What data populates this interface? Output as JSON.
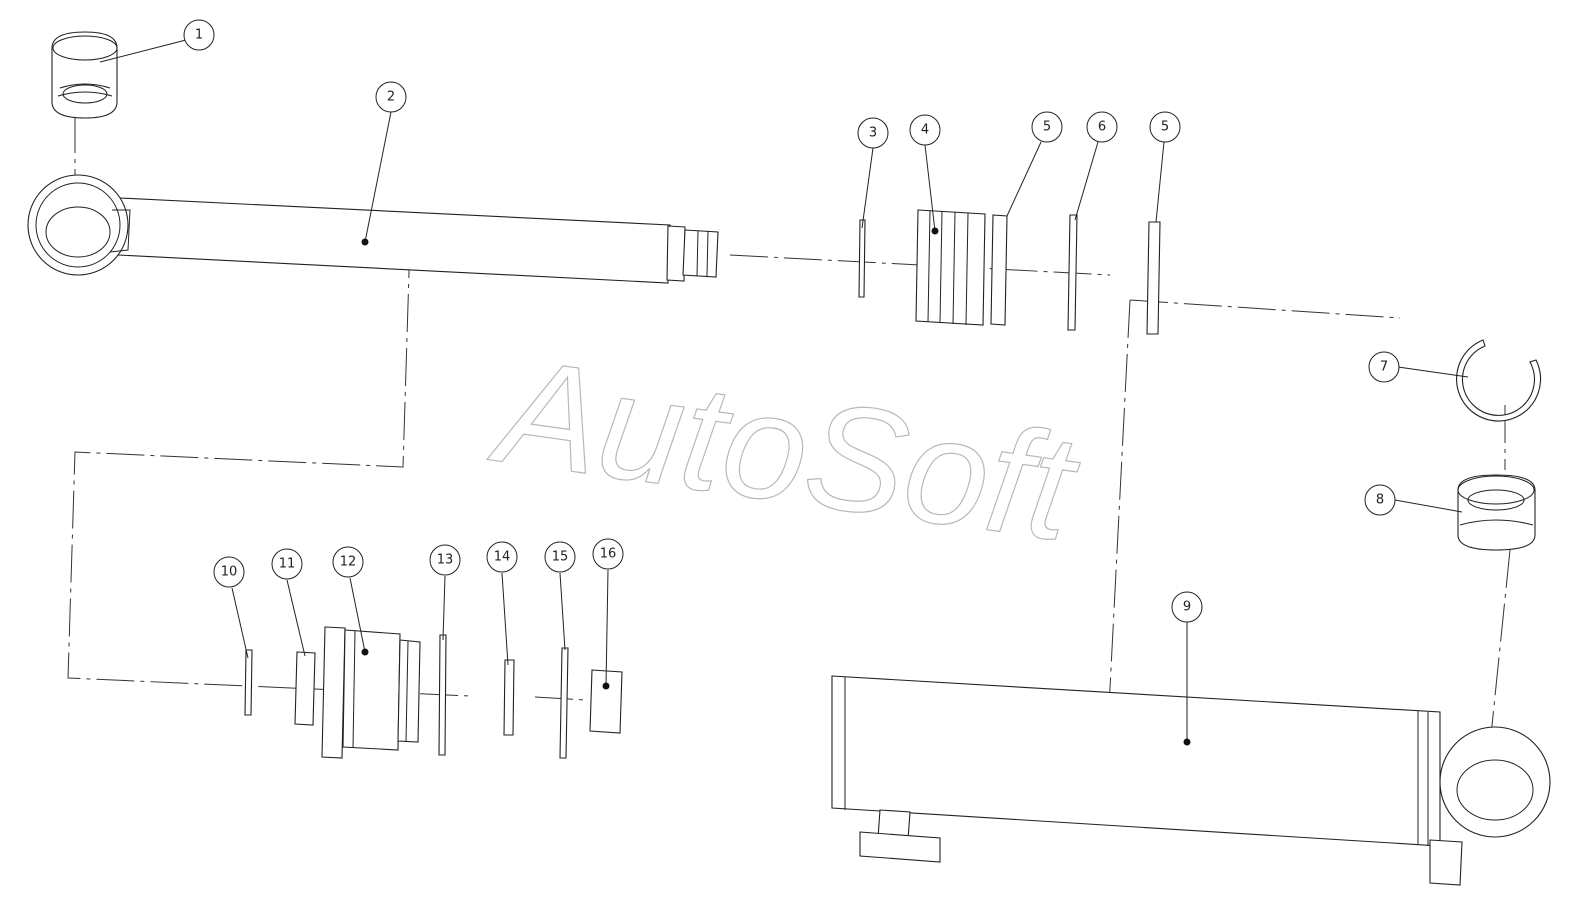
{
  "watermark": "AutoSoft",
  "callouts": {
    "c1": "1",
    "c2": "2",
    "c3": "3",
    "c4": "4",
    "c5a": "5",
    "c6": "6",
    "c5b": "5",
    "c7": "7",
    "c8": "8",
    "c9": "9",
    "c10": "10",
    "c11": "11",
    "c12": "12",
    "c13": "13",
    "c14": "14",
    "c15": "15",
    "c16": "16"
  }
}
